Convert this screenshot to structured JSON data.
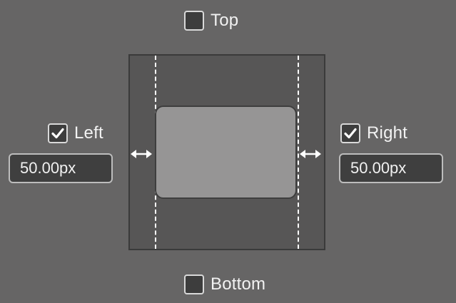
{
  "margins": {
    "top": {
      "label": "Top",
      "checked": false
    },
    "bottom": {
      "label": "Bottom",
      "checked": false
    },
    "left": {
      "label": "Left",
      "checked": true,
      "value": "50.00px"
    },
    "right": {
      "label": "Right",
      "checked": true,
      "value": "50.00px"
    }
  },
  "icons": {
    "check": "checkmark-icon",
    "horizontal_arrow": "double-arrow-horizontal-icon"
  },
  "colors": {
    "background": "#666565",
    "field_bg": "#3f3f3f",
    "inner_box": "#969595"
  }
}
